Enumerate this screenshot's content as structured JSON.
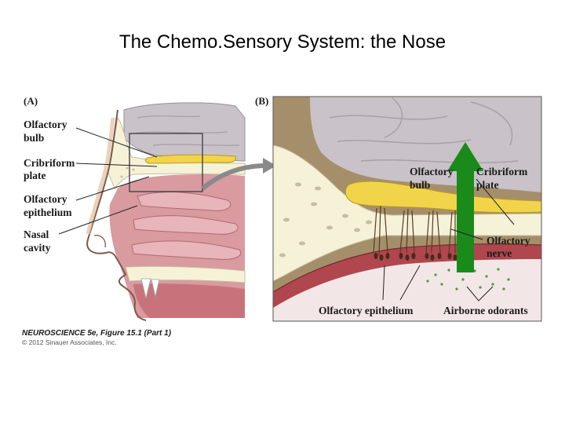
{
  "slide": {
    "title": "The Chemo.Sensory System: the Nose"
  },
  "figure": {
    "panel_a": {
      "letter": "(A)",
      "labels": {
        "olfactory_bulb": [
          "Olfactory",
          "bulb"
        ],
        "cribriform_plate": [
          "Cribriform",
          "plate"
        ],
        "olfactory_epithelium": [
          "Olfactory",
          "epithelium"
        ],
        "nasal_cavity": [
          "Nasal",
          "cavity"
        ]
      }
    },
    "panel_b": {
      "letter": "(B)",
      "labels": {
        "olfactory_bulb": [
          "Olfactory",
          "bulb"
        ],
        "cribriform_plate": [
          "Cribriform",
          "plate"
        ],
        "olfactory_nerve": [
          "Olfactory",
          "nerve"
        ],
        "olfactory_epithelium": "Olfactory epithelium",
        "airborne_odorants": "Airborne odorants"
      }
    },
    "caption": "NEUROSCIENCE 5e, Figure 15.1 (Part 1)",
    "copyright": "© 2012 Sinauer Associates, Inc."
  },
  "colors": {
    "arrow": "#1a8a1a",
    "bulb": "#f2d44a",
    "epithelium": "#b0474e",
    "brain": "#c9c2c8",
    "bone": "#f5f2d8",
    "tissue": "#d99aa0"
  }
}
